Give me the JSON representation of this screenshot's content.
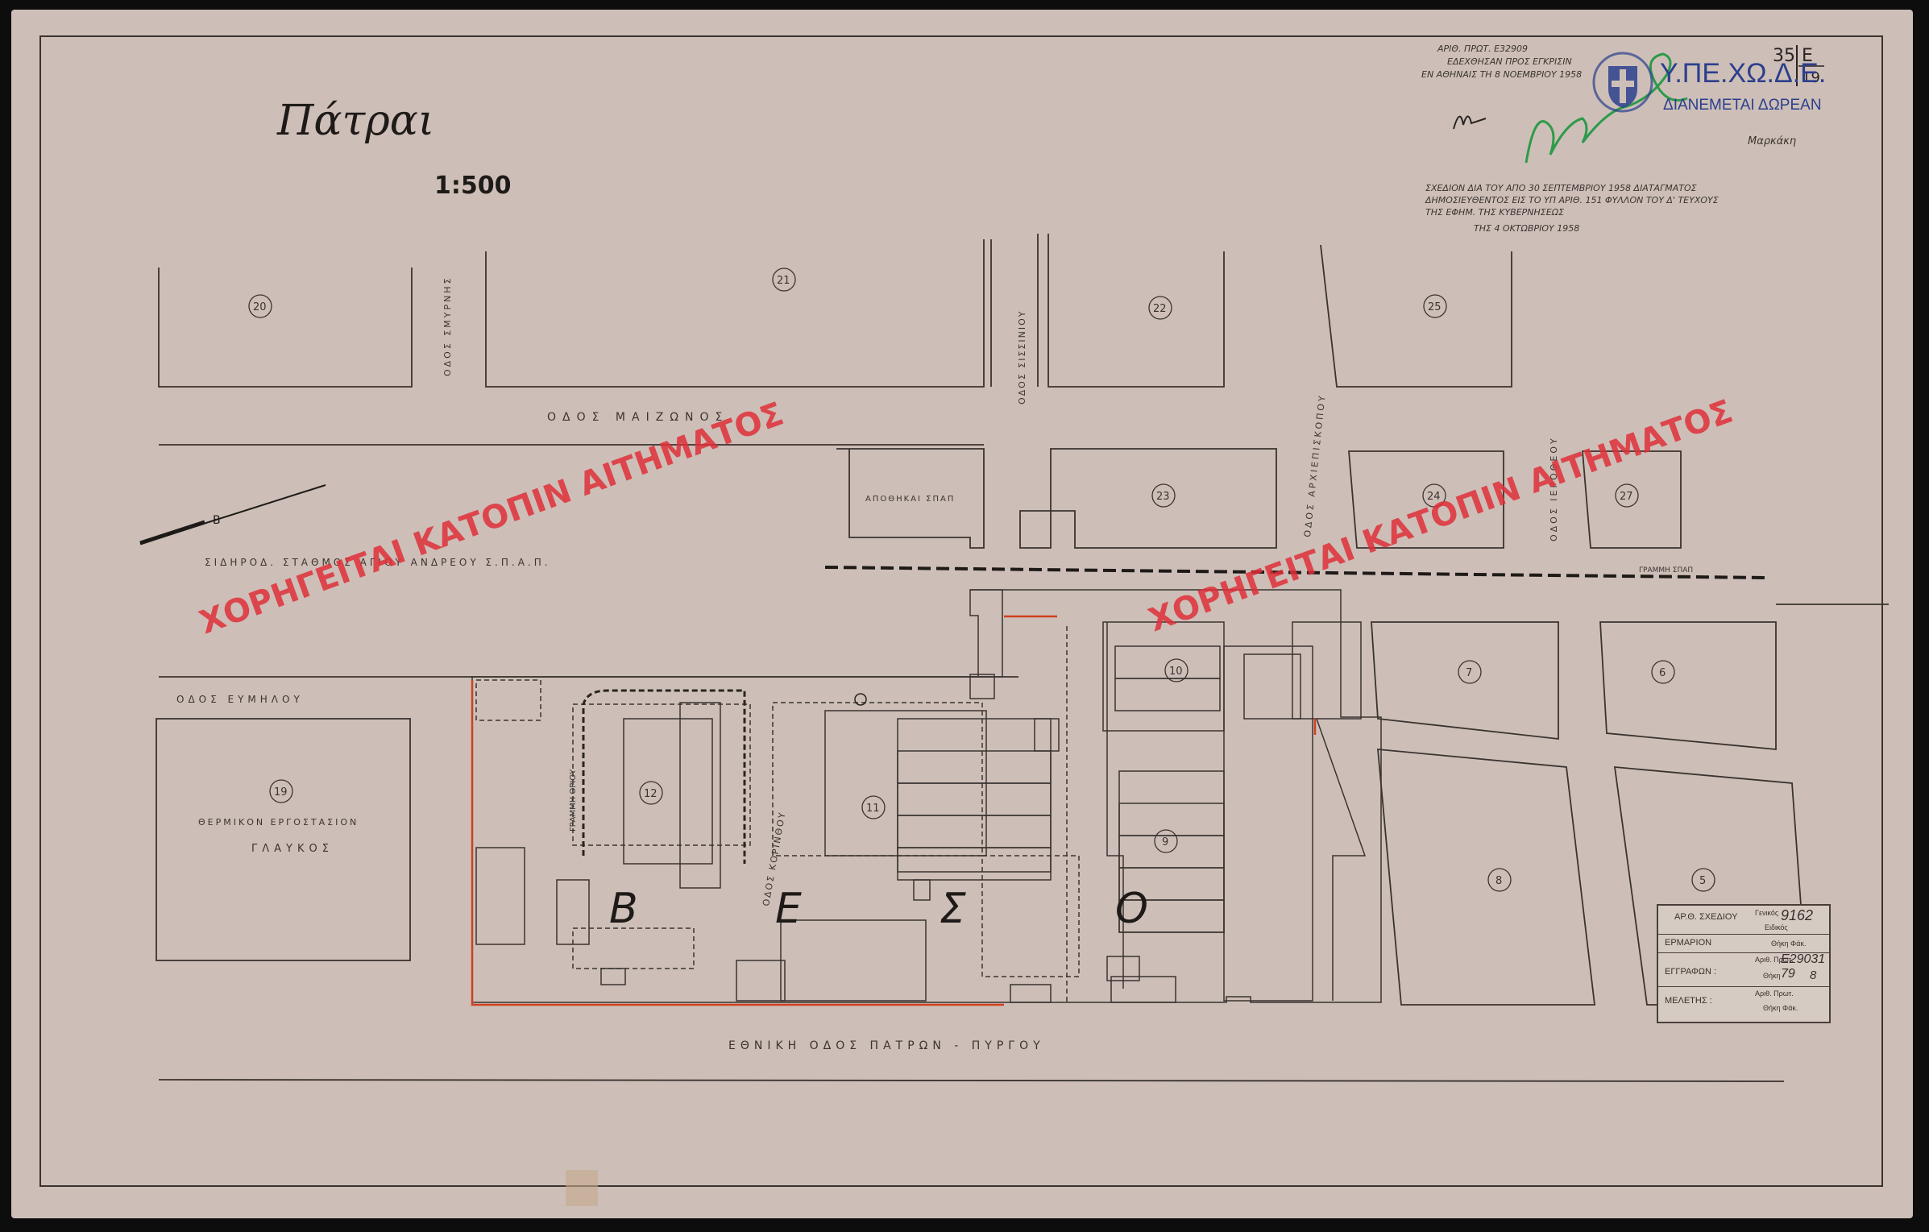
{
  "map": {
    "title": "Πάτραι",
    "scale": "1:500",
    "header_note_lines": [
      "ΑΡΙΘ. ΠΡΩΤ. Ε32909",
      "ΕΔΕΧΘΗΣΑΝ ΠΡΟΣ ΕΓΚΡΙΣΙΝ",
      "ΕΝ ΑΘΗΝΑΙΣ ΤΗ 8 ΝΟΕΜΒΡΙΟΥ 1958"
    ],
    "sheet_ref": {
      "number": "35",
      "letter": "Ε",
      "sub": "19"
    },
    "approval_lines": [
      "ΣΧΕΔΙΟΝ ΔΙΑ ΤΟΥ ΑΠΟ 30 ΣΕΠΤΕΜΒΡΙΟΥ 1958 ΔΙΑΤΑΓΜΑΤΟΣ",
      "ΔΗΜΟΣΙΕΥΘΕΝΤΟΣ ΕΙΣ ΤΟ ΥΠ ΑΡΙΘ. 151 ΦΥΛΛΟΝ ΤΟΥ Δ' ΤΕΥΧΟΥΣ",
      "ΤΗΣ ΕΦΗΜ. ΤΗΣ ΚΥΒΕΡΝΗΣΕΩΣ",
      "ΤΗΣ 4 ΟΚΤΩΒΡΙΟΥ 1958"
    ],
    "initials": "Μαρκάκη",
    "streets": {
      "smyrnis": "ΟΔΟΣ ΣΜΥΡΝΗΣ",
      "maizonos": "ΟΔΟΣ ΜΑΙΖΩΝΟΣ",
      "sisinio": "ΟΔΟΣ ΣΙΣΣΙΝΙΟΥ",
      "arxiepiskopou": "ΟΔΟΣ ΑΡΧΙΕΠΙΣΚΟΠΟΥ",
      "ierotheou": "ΟΔΟΣ ΙΕΡΟΘΕΟΥ",
      "eymilou": "ΟΔΟΣ ΕΥΜΗΛΟΥ",
      "korinthou": "ΟΔΟΣ ΚΟΡΙΝΘΟΥ",
      "sidirodromos": "ΣΙΔΗΡΟΔ. ΣΤΑΘΜΟΣ ΑΓΙΟΥ ΑΝΔΡΕΟΥ Σ.Π.Α.Π.",
      "ethniki": "ΕΘΝΙΚΗ ΟΔΟΣ ΠΑΤΡΩΝ - ΠΥΡΓΟΥ",
      "rail_short": "ΓΡΑΜΜΗ ΣΠΑΠ"
    },
    "labels": {
      "apothikai": "ΑΠΟΘΗΚΑΙ ΣΠΑΠ",
      "factory_line1": "ΘΕΡΜΙΚΟΝ ΕΡΓΟΣΤΑΣΙΟΝ",
      "factory_line2": "ΓΛΑΥΚΟΣ",
      "grammi": "ΓΡΑΜΜΗ ΟΡΙΟΥ",
      "north": "Β"
    },
    "veso": [
      "Β",
      "Ε",
      "Σ",
      "Ο"
    ],
    "blocks": [
      "20",
      "21",
      "22",
      "25",
      "23",
      "24",
      "27",
      "19",
      "12",
      "11",
      "10",
      "9",
      "7",
      "6",
      "8",
      "5"
    ],
    "watermark": "ΧΟΡΗΓΕΙΤΑΙ ΚΑΤΟΠΙΝ ΑΙΤΗΜΑΤΟΣ"
  },
  "logo": {
    "name": "Υ.ΠΕ.ΧΩ.Δ.Ε.",
    "tagline": "ΔΙΑΝΕΜΕΤΑΙ ΔΩΡΕΑΝ",
    "icon": "greek-cross-emblem-icon"
  },
  "stamp": {
    "plan_no_label": "ΑΡ.Θ. ΣΧΕΔΙΟΥ",
    "plan_no_value": "9162",
    "sub_a": "Γενικός",
    "sub_b": "Ειδικός",
    "ermarion_label": "ΕΡΜΑΡΙΟΝ",
    "ermarion_sub": "Θήκη   Φάκ.",
    "eggrafon_label": "ΕΓΓΡΑΦΩΝ :",
    "eggrafon_value": "Ε29031",
    "eggrafon_sub1": "Αριθ. Πρωτ.",
    "eggrafon_sub2": "Θήκη",
    "thiki_value": "79",
    "fak_value": "8",
    "meletis_label": "ΜΕΛΕΤΗΣ :",
    "meletis_sub1": "Αριθ. Πρωτ.",
    "meletis_sub2": "Θήκη   Φάκ."
  },
  "colors": {
    "paper": "#cdbfb8",
    "ink": "#3b3330",
    "watermark": "#e0303a",
    "boundary": "#d04020",
    "logo": "#2b3f8c",
    "signature": "#2e9a4a"
  }
}
